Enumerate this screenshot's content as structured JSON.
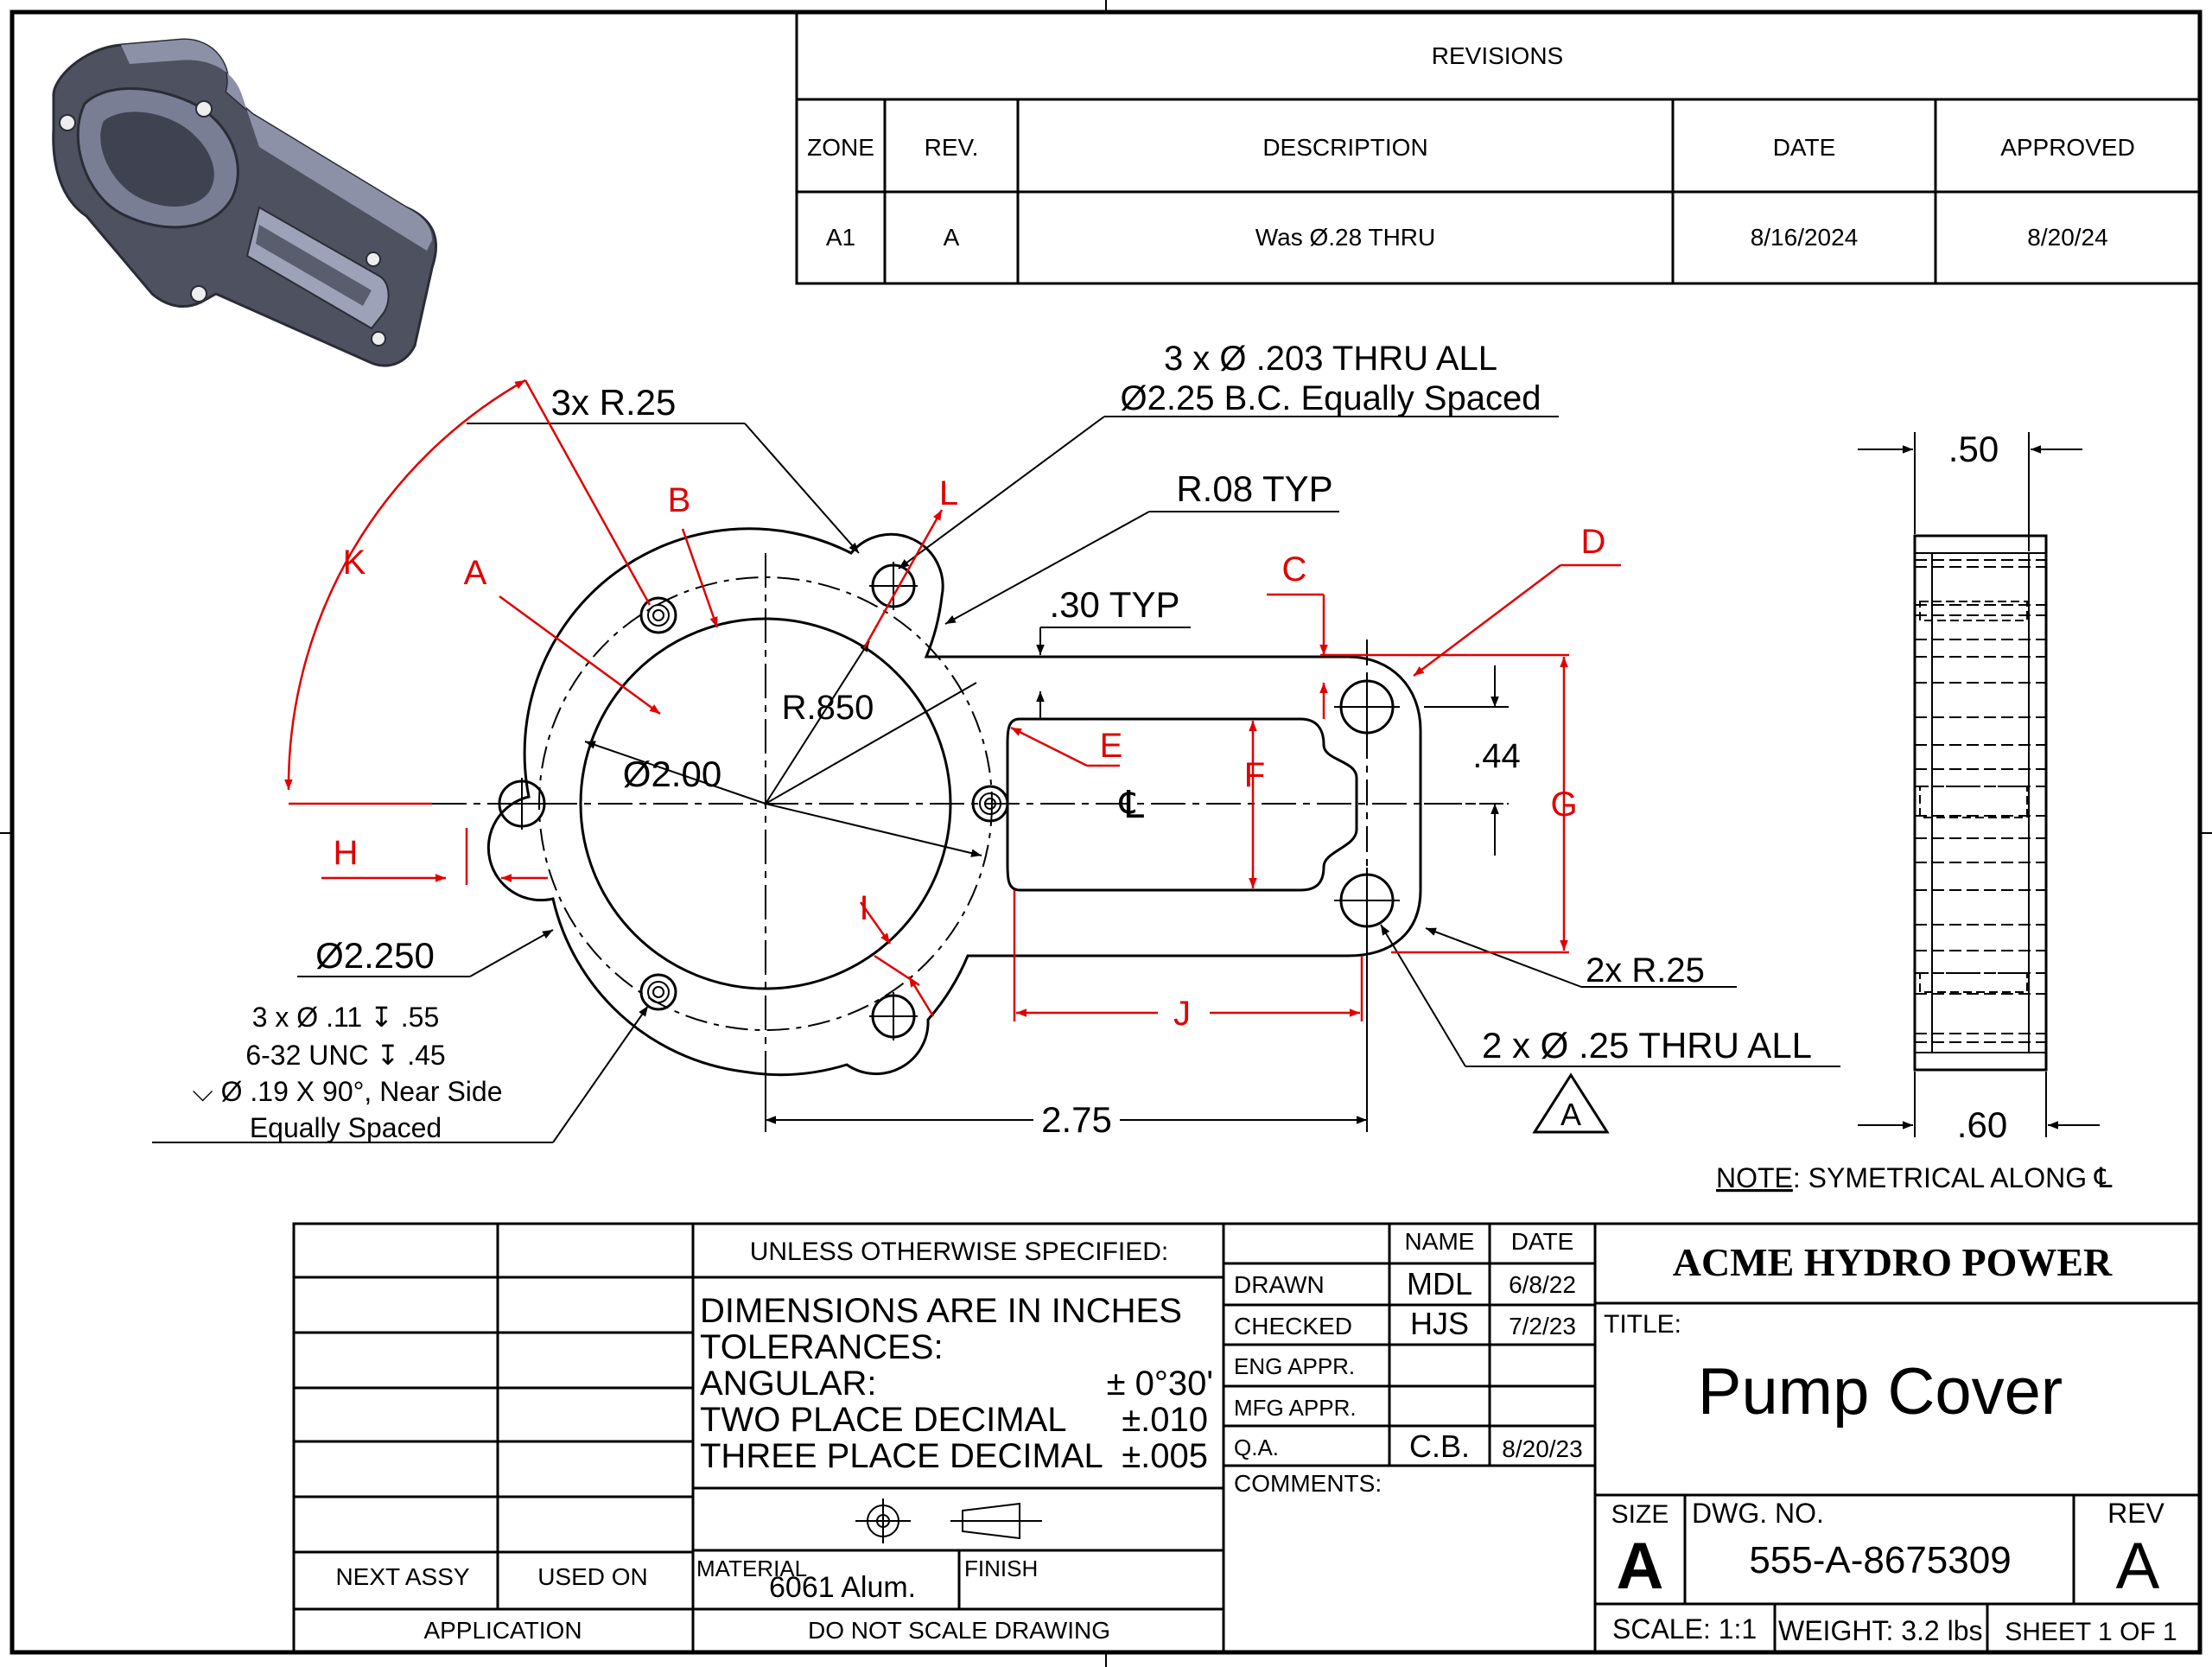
{
  "revisions": {
    "title": "REVISIONS",
    "headers": [
      "ZONE",
      "REV.",
      "DESCRIPTION",
      "DATE",
      "APPROVED"
    ],
    "rows": [
      [
        "A1",
        "A",
        "Was Ø.28 THRU",
        "8/16/2024",
        "8/20/24"
      ]
    ]
  },
  "callouts": {
    "radius_3x": "3x R.25",
    "thru_holes_l1": "3 x Ø .203 THRU ALL",
    "thru_holes_l2": "Ø2.25 B.C. Equally Spaced",
    "r08": "R.08 TYP",
    "t30": ".30 TYP",
    "r850": "R.850",
    "dia200": "Ø2.00",
    "dia2250": "Ø2.250",
    "tap_l1": "3 x Ø .11 ↧ .55",
    "tap_l2": "6-32 UNC ↧ .45",
    "tap_l3": "⌵ Ø .19 X 90°, Near Side",
    "tap_l4": "Equally Spaced",
    "dim44": ".44",
    "dim275": "2.75",
    "radius_2x": "2x R.25",
    "holes_025": "2 x Ø .25 THRU ALL",
    "rev_flag": "A",
    "centerline": "℄",
    "dim50": ".50",
    "dim60": ".60",
    "note_label": "NOTE",
    "note_text": ": SYMETRICAL ALONG ℄"
  },
  "letters": [
    "A",
    "B",
    "C",
    "D",
    "E",
    "F",
    "G",
    "H",
    "I",
    "J",
    "K",
    "L"
  ],
  "title_block": {
    "next_assy": "NEXT ASSY",
    "used_on": "USED ON",
    "application": "APPLICATION",
    "unless": "UNLESS OTHERWISE SPECIFIED:",
    "tol_l1": "DIMENSIONS ARE IN INCHES",
    "tol_l2": "TOLERANCES:",
    "tol_angular": "ANGULAR:",
    "tol_angular_val": "± 0°30'",
    "tol_two": "TWO PLACE DECIMAL",
    "tol_two_val": "±.010",
    "tol_three": "THREE PLACE DECIMAL",
    "tol_three_val": "±.005",
    "material_label": "MATERIAL",
    "material": "6061 Alum.",
    "finish_label": "FINISH",
    "no_scale": "DO NOT SCALE DRAWING",
    "name_hdr": "NAME",
    "date_hdr": "DATE",
    "drawn": "DRAWN",
    "drawn_name": "MDL",
    "drawn_date": "6/8/22",
    "checked": "CHECKED",
    "checked_name": "HJS",
    "checked_date": "7/2/23",
    "eng_appr": "ENG APPR.",
    "mfg_appr": "MFG APPR.",
    "qa": "Q.A.",
    "qa_name": "C.B.",
    "qa_date": "8/20/23",
    "comments": "COMMENTS:",
    "company": "ACME HYDRO POWER",
    "title_label": "TITLE:",
    "title": "Pump Cover",
    "size_label": "SIZE",
    "size": "A",
    "dwg_label": "DWG.  NO.",
    "dwg_no": "555-A-8675309",
    "rev_label": "REV",
    "rev": "A",
    "scale": "SCALE: 1:1",
    "weight": "WEIGHT: 3.2 lbs",
    "sheet": "SHEET 1 OF 1"
  },
  "colors": {
    "line": "#000000",
    "dimension": "#e00000",
    "part": "#6b6f80"
  }
}
